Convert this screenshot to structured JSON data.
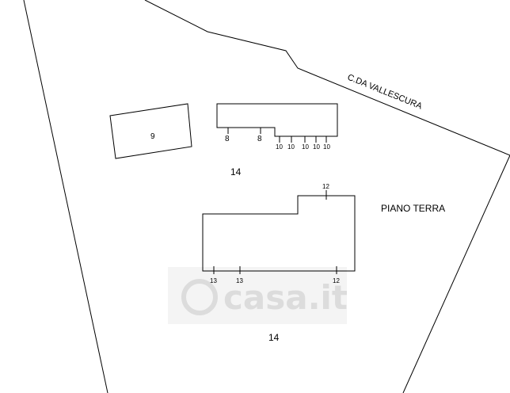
{
  "road_label": "C.DA VALLESCURA",
  "floor_label": "PIANO TERRA",
  "watermark": "casa.it",
  "parcels": {
    "small_building": "9",
    "upper_plot": "14",
    "lower_plot": "14"
  },
  "upper_building_ticks": [
    "8",
    "8",
    "10",
    "10",
    "10",
    "10",
    "10"
  ],
  "lower_building_ticks": {
    "top": "12",
    "bottom_left_1": "13",
    "bottom_left_2": "13",
    "bottom_right": "12"
  }
}
